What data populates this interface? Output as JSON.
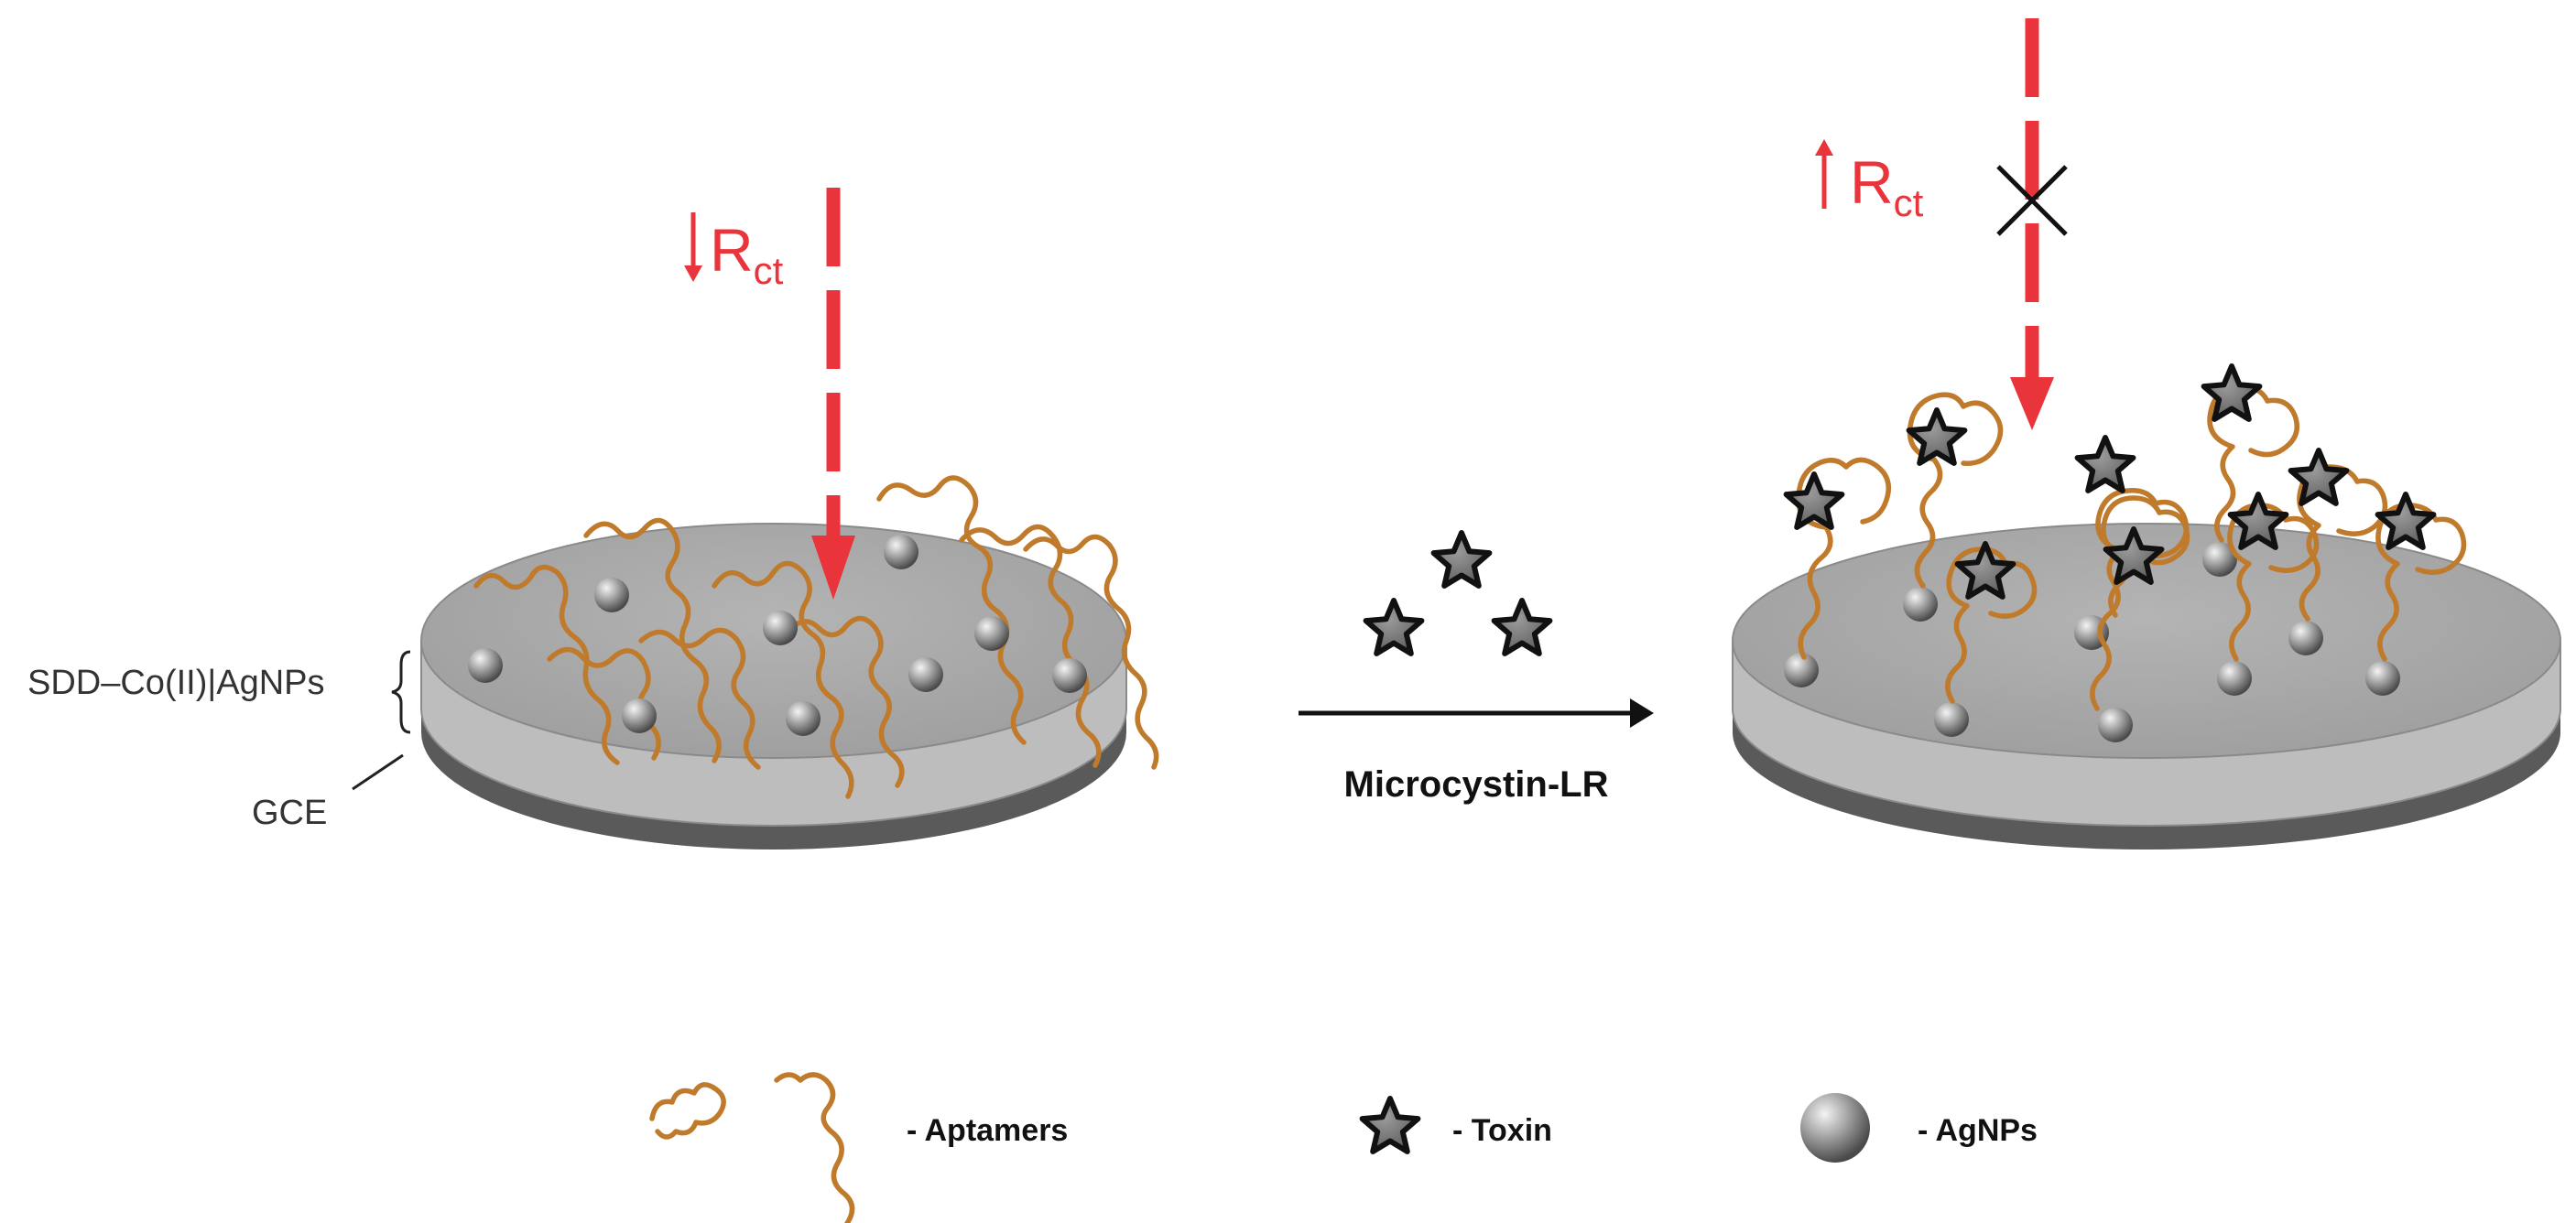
{
  "labels": {
    "layer": "SDD–Co(II)|AgNPs",
    "electrode": "GCE",
    "rct_main": "R",
    "rct_sub": "ct",
    "reaction": "Microcystin-LR"
  },
  "legend": {
    "aptamers": "- Aptamers",
    "toxin": "- Toxin",
    "agnps": "- AgNPs"
  },
  "colors": {
    "signal_arrow": "#e8343a",
    "aptamer": "#c07a2c",
    "disk_top": "#a9a9a9",
    "disk_edge": "#bdbdbd",
    "disk_base": "#5a5a5a",
    "toxin": "#7a7a7a"
  }
}
